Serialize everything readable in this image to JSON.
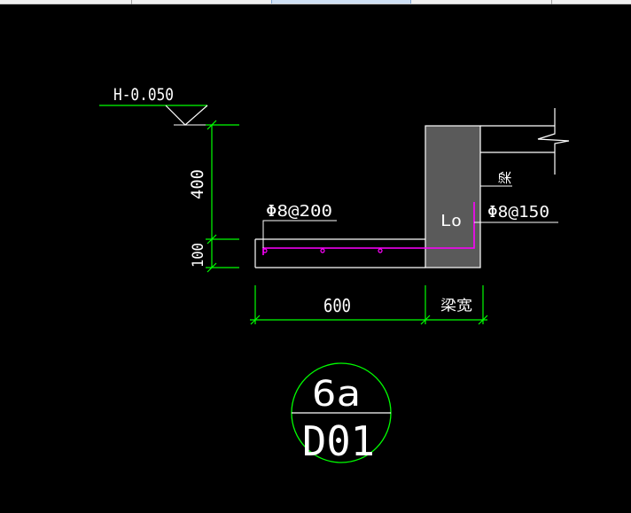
{
  "colors": {
    "background": "#000000",
    "dimension": "#00ff00",
    "outline": "#ffffff",
    "rebar": "#ff00ff",
    "beam_fill": "#5a5a5a",
    "bubble": "#00ff00",
    "text": "#ffffff"
  },
  "elevation": {
    "label": "H-0.050"
  },
  "dimensions": {
    "vertical_upper": "400",
    "vertical_lower": "100",
    "horizontal_slab": "600",
    "horizontal_beam": "梁宽"
  },
  "rebar": {
    "slab_label": "Φ8@200",
    "beam_label": "Φ8@150"
  },
  "beam": {
    "label": "梁",
    "anchor_label": "Lo"
  },
  "detail_bubble": {
    "top": "6a",
    "bottom": "D01"
  }
}
